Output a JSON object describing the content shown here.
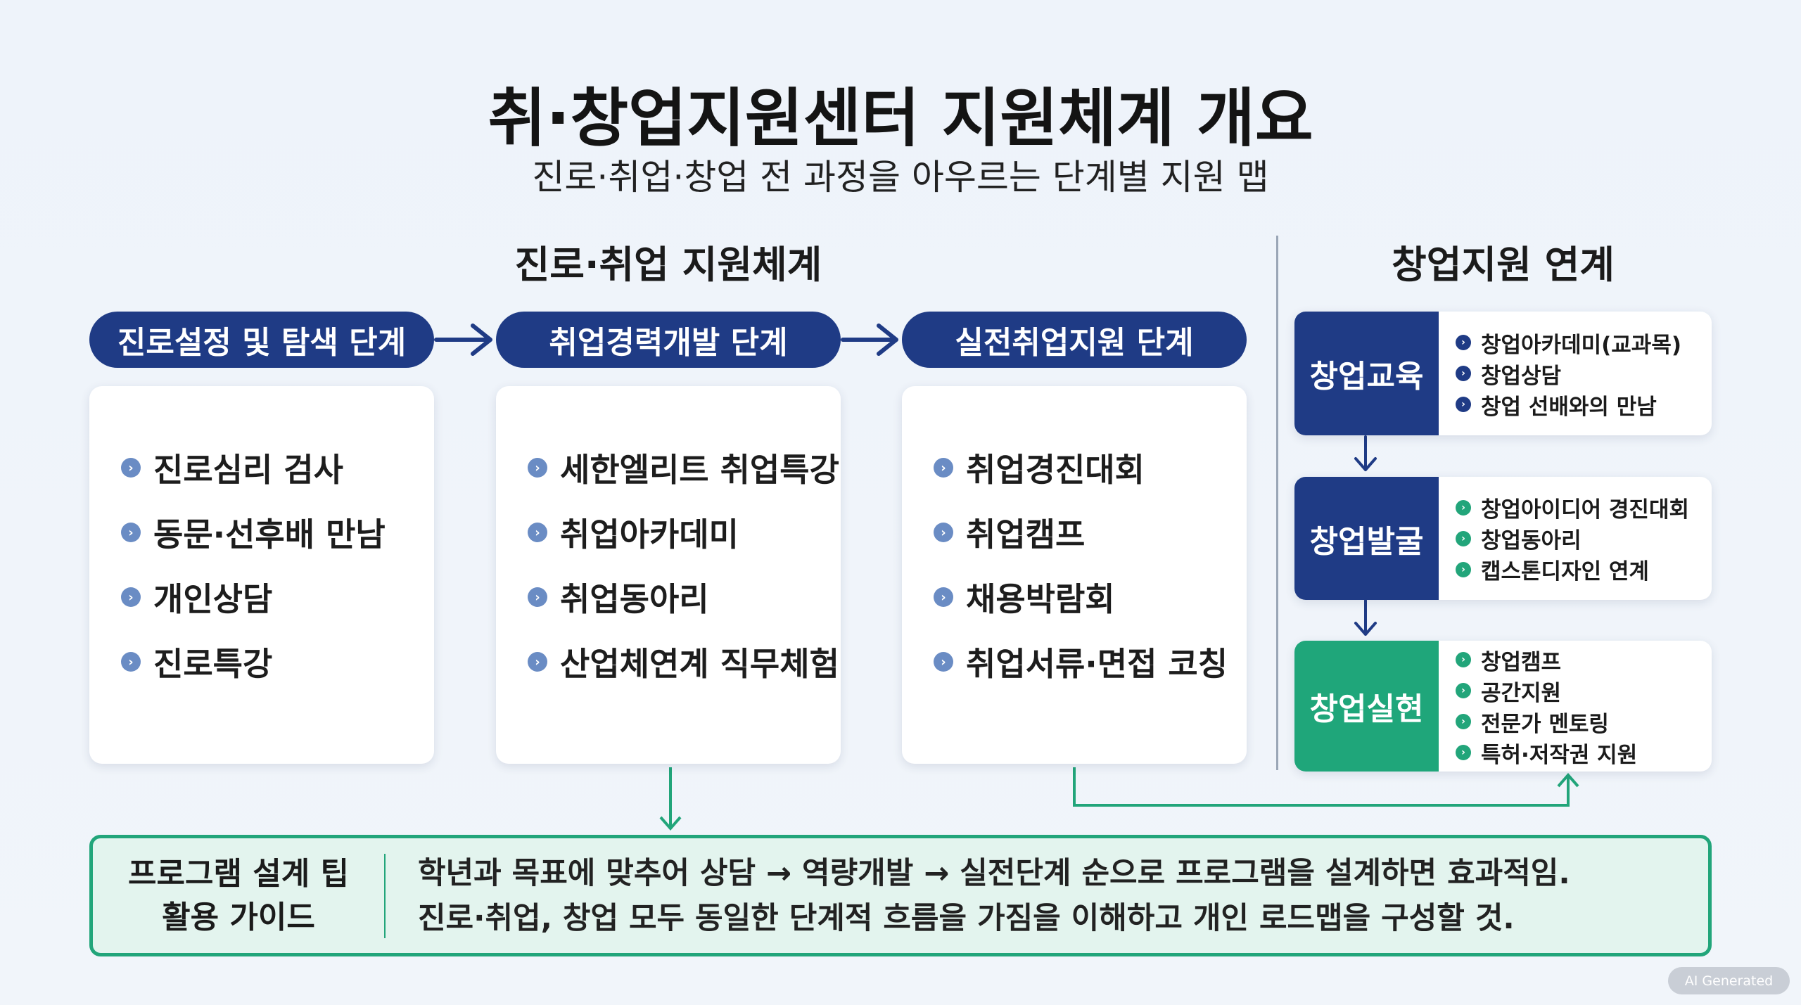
{
  "title": "취·창업지원센터 지원체계 개요",
  "subtitle": "진로·취업·창업 전 과정을 아우르는 단계별 지원 맵",
  "career": {
    "heading": "진로·취업 지원체계",
    "stages": [
      {
        "label": "진로설정 및 탐색 단계",
        "items": [
          "진로심리 검사",
          "동문·선후배 만남",
          "개인상담",
          "진로특강"
        ]
      },
      {
        "label": "취업경력개발 단계",
        "items": [
          "세한엘리트 취업특강",
          "취업아카데미",
          "취업동아리",
          "산업체연계 직무체험"
        ]
      },
      {
        "label": "실전취업지원 단계",
        "items": [
          "취업경진대회",
          "취업캠프",
          "채용박람회",
          "취업서류·면접 코칭"
        ]
      }
    ]
  },
  "startup": {
    "heading": "창업지원 연계",
    "stages": [
      {
        "label": "창업교육",
        "items": [
          "창업아카데미(교과목)",
          "창업상담",
          "창업 선배와의 만남"
        ]
      },
      {
        "label": "창업발굴",
        "items": [
          "창업아이디어 경진대회",
          "창업동아리",
          "캡스톤디자인 연계"
        ]
      },
      {
        "label": "창업실현",
        "items": [
          "창업캠프",
          "공간지원",
          "전문가 멘토링",
          "특허·저작권 지원"
        ]
      }
    ]
  },
  "tip": {
    "label_line1": "프로그램 설계 팁",
    "label_line2": "활용 가이드",
    "line1": "학년과 목표에 맞추어 상담 → 역량개발 → 실전단계 순으로 프로그램을 설계하면 효과적임.",
    "line2": "진로·취업, 창업 모두 동일한 단계적 흐름을 가짐을 이해하고 개인 로드맵을 구성할 것."
  },
  "badge": "AI Generated",
  "colors": {
    "navy": "#1f3b85",
    "green": "#1fa67a",
    "tip_bg": "#e3f4ee"
  }
}
